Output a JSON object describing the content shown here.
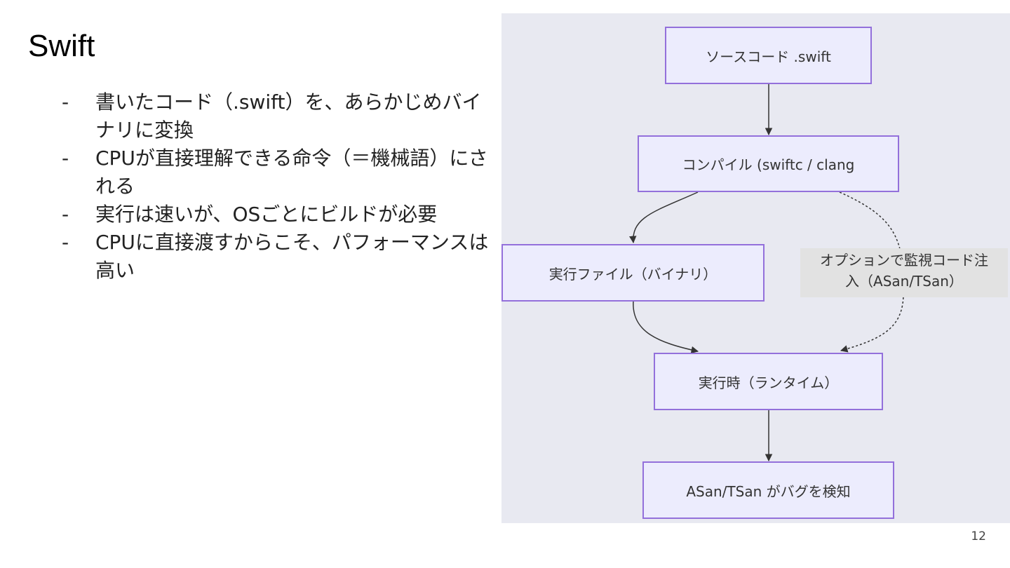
{
  "slide": {
    "title": "Swift",
    "page_number": "12",
    "bullets": [
      {
        "dash": "-",
        "text": "書いたコード（.swift）を、あらかじめバイナリに変換"
      },
      {
        "dash": "-",
        "text": " CPUが直接理解できる命令（＝機械語）にされる"
      },
      {
        "dash": "-",
        "text": "実行は速いが、OSごとにビルドが必要"
      },
      {
        "dash": "-",
        "text": "CPUに直接渡すからこそ、パフォーマンスは高い"
      }
    ]
  },
  "diagram": {
    "nodes": {
      "source": "ソースコード .swift",
      "compile": "コンパイル (swiftc / clang",
      "binary": "実行ファイル（バイナリ）",
      "runtime": "実行時（ランタイム）",
      "detect": "ASan/TSan がバグを検知"
    },
    "edge_label": {
      "line1": "オプションで監視コード注",
      "line2": "入（ASan/TSan）"
    },
    "colors": {
      "background": "#e8e9f1",
      "node_fill": "#ececfd",
      "node_border": "#9370db",
      "edge": "#333333",
      "label_bg": "#e2e2e2"
    }
  }
}
